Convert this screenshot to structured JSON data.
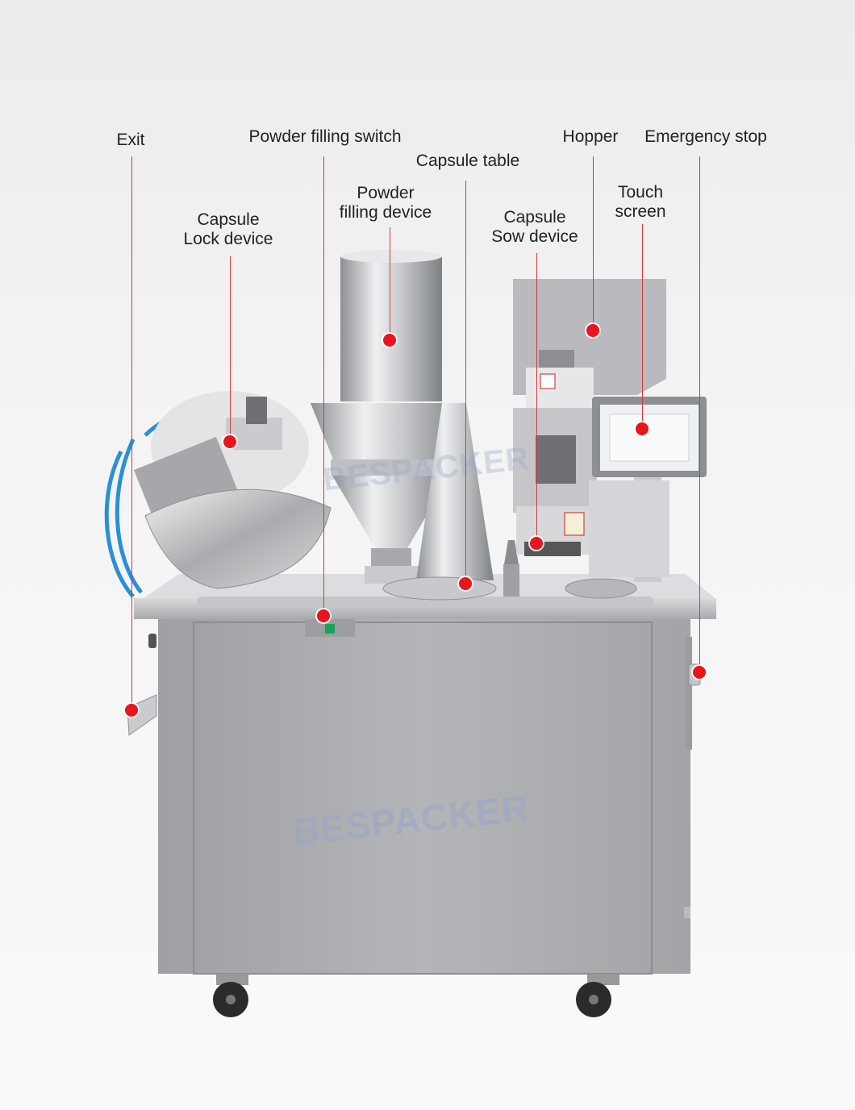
{
  "labels": {
    "exit": "Exit",
    "powder_switch": "Powder filling switch",
    "capsule_table": "Capsule table",
    "hopper": "Hopper",
    "emergency_stop": "Emergency stop",
    "powder_device_line1": "Powder",
    "powder_device_line2": "filling device",
    "touch_line1": "Touch",
    "touch_line2": "screen",
    "lock_line1": "Capsule",
    "lock_line2": "Lock device",
    "sow_line1": "Capsule",
    "sow_line2": "Sow device"
  },
  "watermark": {
    "brand": "BESPACKER"
  },
  "colors": {
    "marker": "#e8151c",
    "leader": "#d23a3a",
    "cabinet": "#a9aaad",
    "steel": "#cfd1d4",
    "tube": "#2a8fd6"
  }
}
